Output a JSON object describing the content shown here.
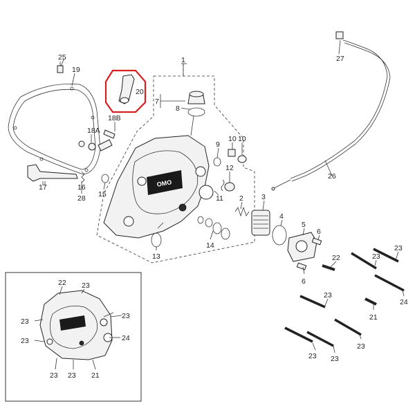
{
  "labels": {
    "p1": "1",
    "p2": "2",
    "p3": "3",
    "p4": "4",
    "p5": "5",
    "p6a": "6",
    "p6b": "6",
    "p7": "7",
    "p8": "8",
    "p9": "9",
    "p10": "10",
    "p11": "11",
    "p12": "12",
    "p13": "13",
    "p14": "14",
    "p15": "15",
    "p16": "16",
    "p17": "17",
    "p18a": "18A",
    "p18b": "18B",
    "p19": "19",
    "p20": "20",
    "p21a": "21",
    "p21b": "21",
    "p22a": "22",
    "p22b": "22",
    "p23a": "23",
    "p23b": "23",
    "p23c": "23",
    "p23d": "23",
    "p23e": "23",
    "p23f": "23",
    "p23g": "23",
    "p23h": "23",
    "p23i": "23",
    "p23j": "23",
    "p23k": "23",
    "p23l": "23",
    "p24a": "24",
    "p24b": "24",
    "p25": "25",
    "p26": "26",
    "p27": "27",
    "p28": "28",
    "cover_logo": "OMO"
  },
  "colors": {
    "highlight": "#d62020",
    "line": "#333333",
    "cover_dark": "#1a1a1a"
  },
  "highlighted_part": "20"
}
